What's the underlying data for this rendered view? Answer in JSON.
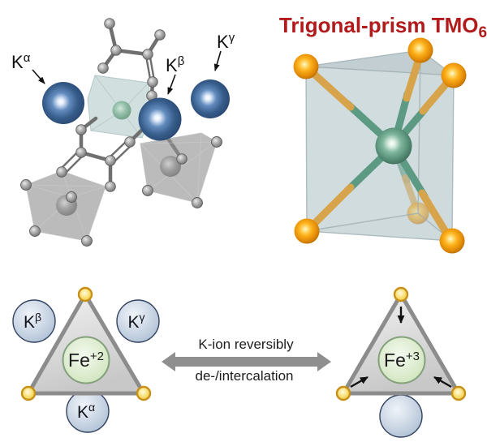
{
  "prism_panel": {
    "title": {
      "text": "Trigonal-prism TMO",
      "subscript": "6"
    }
  },
  "structure_panel": {
    "ion_labels": [
      {
        "base": "K",
        "sup": "α"
      },
      {
        "base": "K",
        "sup": "β"
      },
      {
        "base": "K",
        "sup": "γ"
      }
    ]
  },
  "reaction": {
    "line1": "K-ion reversibly",
    "line2": "de-/intercalation"
  },
  "pristine_state": {
    "center": {
      "base": "Fe",
      "sup": "+2"
    },
    "ions": [
      {
        "base": "K",
        "sup": "β"
      },
      {
        "base": "K",
        "sup": "γ"
      },
      {
        "base": "K",
        "sup": "α"
      }
    ]
  },
  "charged_state": {
    "center": {
      "base": "Fe",
      "sup": "+3"
    }
  },
  "colors": {
    "title_red": "#b11b1b",
    "arrow_gray": "#8f8f8f"
  }
}
